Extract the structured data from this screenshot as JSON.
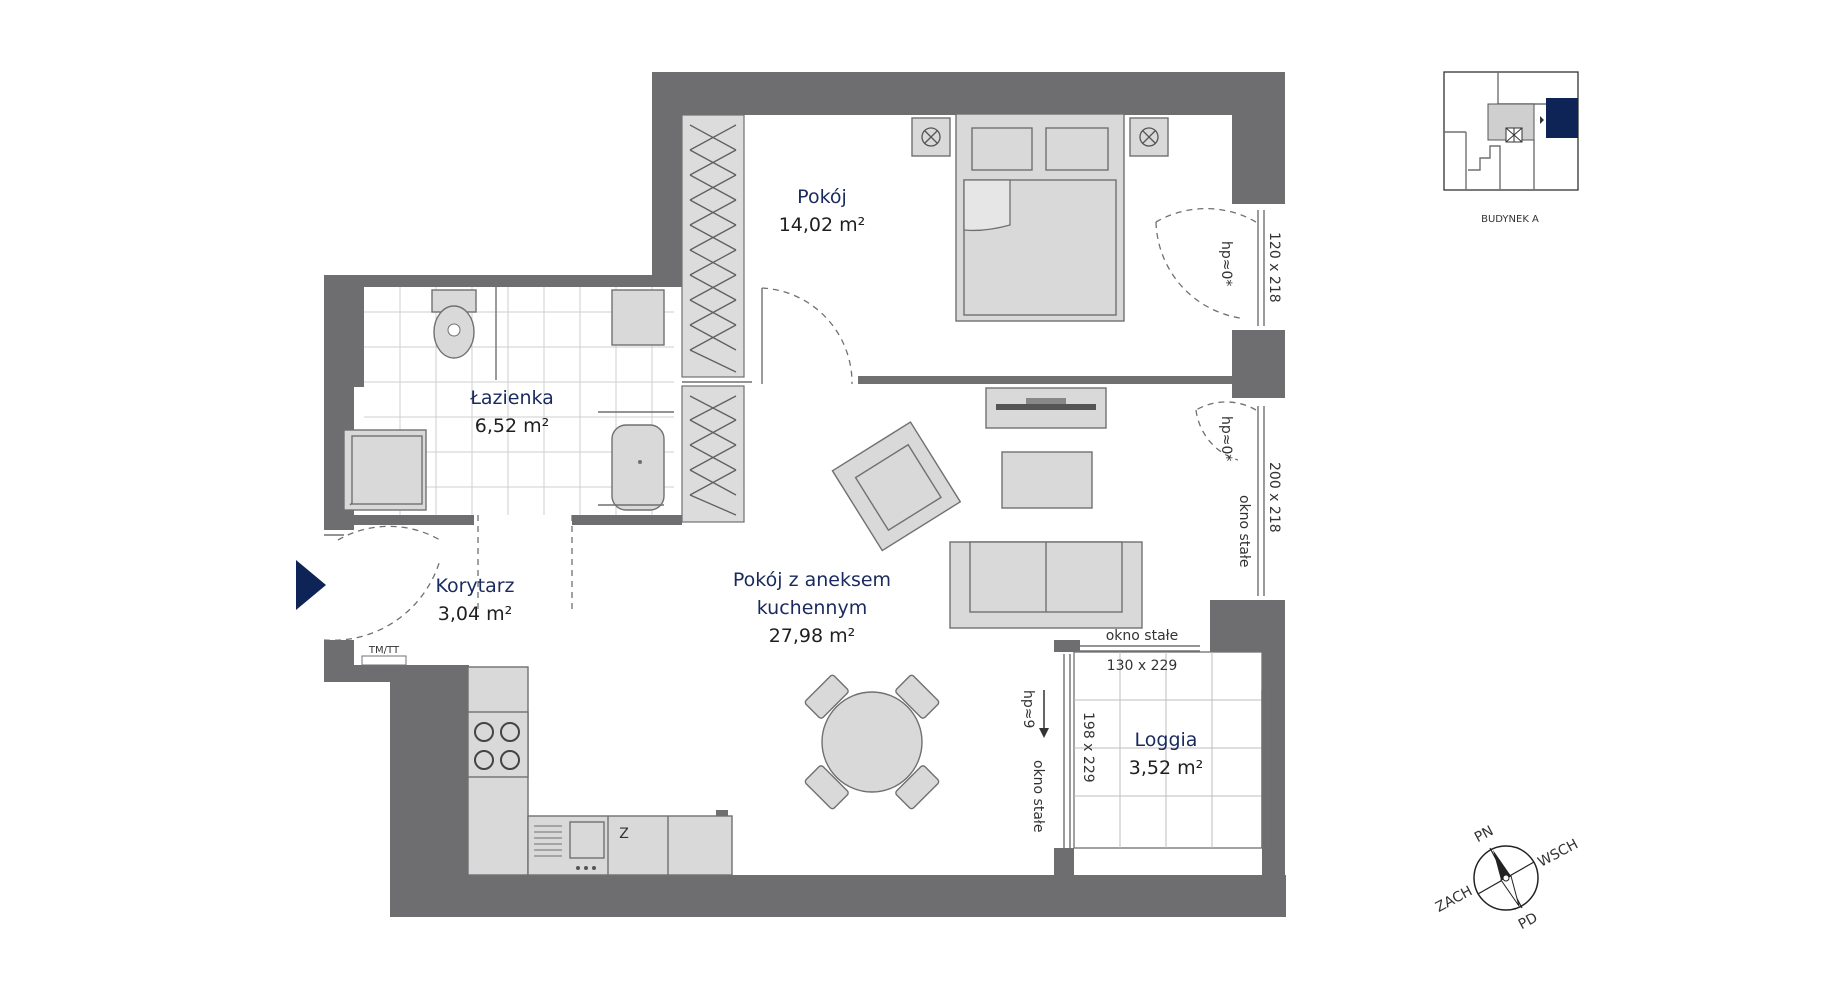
{
  "rooms": {
    "pokoj": {
      "name": "Pokój",
      "area": "14,02 m²"
    },
    "lazienka": {
      "name": "Łazienka",
      "area": "6,52 m²"
    },
    "korytarz": {
      "name": "Korytarz",
      "area": "3,04 m²"
    },
    "salon": {
      "name_line1": "Pokój z aneksem",
      "name_line2": "kuchennym",
      "area": "27,98 m²"
    },
    "loggia": {
      "name": "Loggia",
      "area": "3,52 m²"
    }
  },
  "windows": {
    "w1_size": "120 x 218",
    "w1_hp": "hp≈0*",
    "w2_size": "200 x 218",
    "w2_hp": "hp≈0*",
    "w2_note": "okno stałe",
    "w3_note": "okno stałe",
    "w3_size": "130 x 229",
    "w4_size": "198 x 229",
    "w4_note": "okno stałe",
    "w4_hp": "hp≈9"
  },
  "labels": {
    "tm_tt": "TM/TT",
    "fridge": "Z",
    "building": "BUDYNEK A"
  },
  "compass": {
    "n": "PN",
    "e": "WSCH",
    "s": "PD",
    "w": "ZACH"
  },
  "colors": {
    "wall": "#6e6e70",
    "accent": "#0f2456",
    "furniture": "#d9d9d9"
  }
}
